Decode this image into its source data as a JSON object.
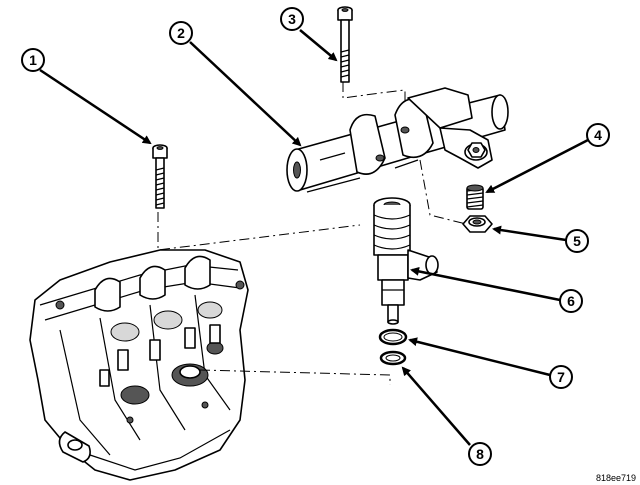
{
  "callouts": [
    {
      "id": "1",
      "label": "1"
    },
    {
      "id": "2",
      "label": "2"
    },
    {
      "id": "3",
      "label": "3"
    },
    {
      "id": "4",
      "label": "4"
    },
    {
      "id": "5",
      "label": "5"
    },
    {
      "id": "6",
      "label": "6"
    },
    {
      "id": "7",
      "label": "7"
    },
    {
      "id": "8",
      "label": "8"
    }
  ],
  "figure_code": "818ee719"
}
